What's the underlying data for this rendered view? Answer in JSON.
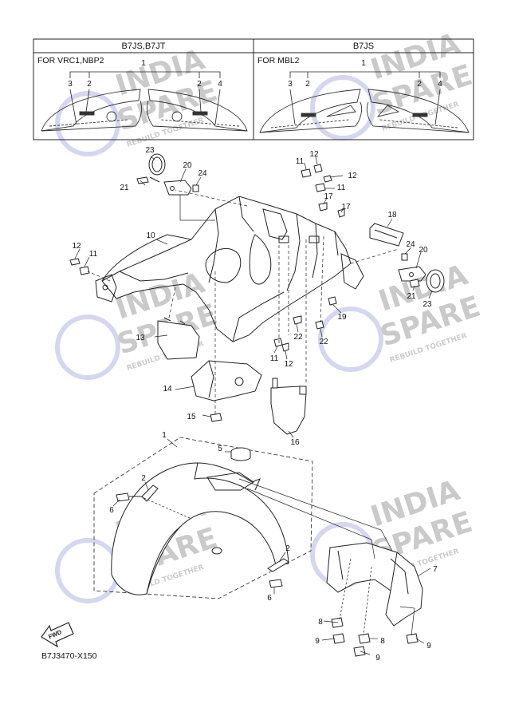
{
  "legend_table": {
    "left_header": "B7JS,B7JT",
    "right_header": "B7JS",
    "left_note": "FOR VRC1,NBP2",
    "right_note": "FOR MBL2",
    "left_group_label": "1",
    "right_group_label": "1",
    "left_callouts": [
      "3",
      "2",
      "2",
      "4"
    ],
    "right_callouts": [
      "3",
      "2",
      "2",
      "4"
    ]
  },
  "watermark": {
    "word_top": "INDIA",
    "word_bottom": "SPARE",
    "tagline": "REBUILD TOGETHER",
    "colors": {
      "orange": "#f5a623",
      "green": "#3cb878",
      "blue": "#3b4bb8"
    }
  },
  "callouts": {
    "c23a": "23",
    "c20a": "20",
    "c21a": "21",
    "c24a": "24",
    "c11a": "11",
    "c12a": "12",
    "c11b": "11",
    "c12b": "12",
    "c17a": "17",
    "c17b": "17",
    "c18": "18",
    "c10": "10",
    "c12c": "12",
    "c11c": "11",
    "c24b": "24",
    "c20b": "20",
    "c21b": "21",
    "c23b": "23",
    "c19": "19",
    "c22a": "22",
    "c22b": "22",
    "c13": "13",
    "c11d": "11",
    "c12d": "12",
    "c14": "14",
    "c15": "15",
    "c16": "16",
    "c1": "1",
    "c5": "5",
    "c2a": "2",
    "c6a": "6",
    "c2b": "2",
    "c6b": "6",
    "c7": "7",
    "c8a": "8",
    "c9a": "9",
    "c8b": "8",
    "c9b": "9",
    "c9c": "9"
  },
  "fwd_label": "FWD",
  "diagram_code": "B7J3470-X150"
}
